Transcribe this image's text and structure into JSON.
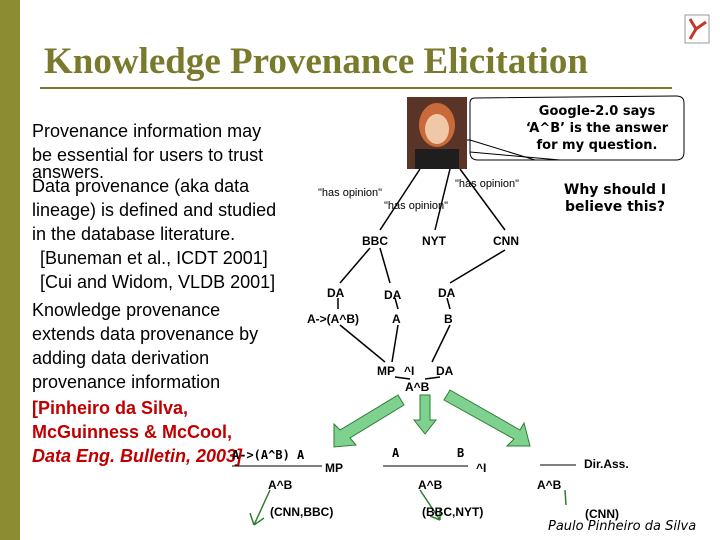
{
  "slide": {
    "title": "Knowledge Provenance Elicitation",
    "body": {
      "lines": [
        "Provenance information may",
        "be essential for users to trust",
        "answers.",
        "Data provenance (aka data",
        "lineage) is defined and studied",
        "in the database literature.",
        "[Buneman et al., ICDT 2001]",
        "[Cui and Widom, VLDB 2001]",
        "Knowledge provenance",
        "extends data provenance by",
        "adding data derivation",
        "provenance information"
      ],
      "citation": [
        "[Pinheiro da Silva,",
        "McGuinness & McCool,",
        "Data Eng. Bulletin, 2003]"
      ]
    },
    "diagram": {
      "callout_google": [
        "Google-2.0 says",
        "‘A^B’ is the answer",
        "for my question."
      ],
      "callout_why": [
        "Why should I",
        "believe this?"
      ],
      "opinions": [
        "\"has opinion\"",
        "\"has opinion\"",
        "\"has opinion\""
      ],
      "sources": [
        "BBC",
        "NYT",
        "CNN"
      ],
      "da": [
        "DA",
        "DA",
        "DA"
      ],
      "facts": [
        "A->(A^B)",
        "A",
        "B"
      ],
      "mp_row": [
        "MP",
        "^I",
        "DA"
      ],
      "conclusion": "A^B",
      "proof1": {
        "premises": "A->(A^B)  A",
        "rule": "MP",
        "result": "A^B",
        "sources": "(CNN,BBC)"
      },
      "proof2": {
        "premises": "A        B",
        "rule": "^I",
        "result": "A^B",
        "sources": "(BBC,NYT)"
      },
      "proof3": {
        "rule": "Dir.Ass.",
        "result": "A^B",
        "sources": "(CNN)"
      }
    },
    "footer": "Paulo Pinheiro da Silva",
    "colors": {
      "accent": "#7a7a2c",
      "sidebar": "#8c8c32",
      "citation": "#c00000",
      "arrow": "#3cb371"
    }
  }
}
